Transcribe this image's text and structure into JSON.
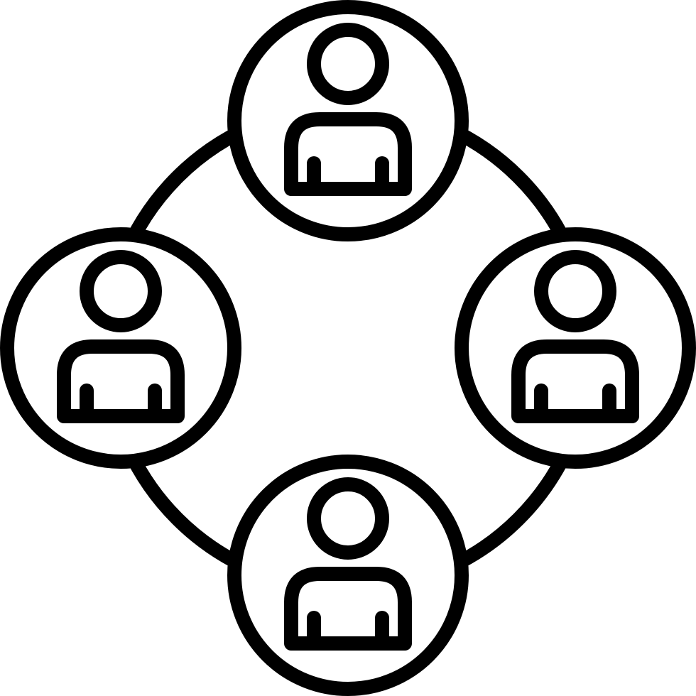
{
  "icon": {
    "name": "people-network-icon",
    "stroke_color": "#000000",
    "background_color": "#ffffff",
    "nodes": [
      {
        "name": "person-node-top",
        "icon": "user-icon"
      },
      {
        "name": "person-node-right",
        "icon": "user-icon"
      },
      {
        "name": "person-node-bottom",
        "icon": "user-icon"
      },
      {
        "name": "person-node-left",
        "icon": "user-icon"
      }
    ]
  }
}
